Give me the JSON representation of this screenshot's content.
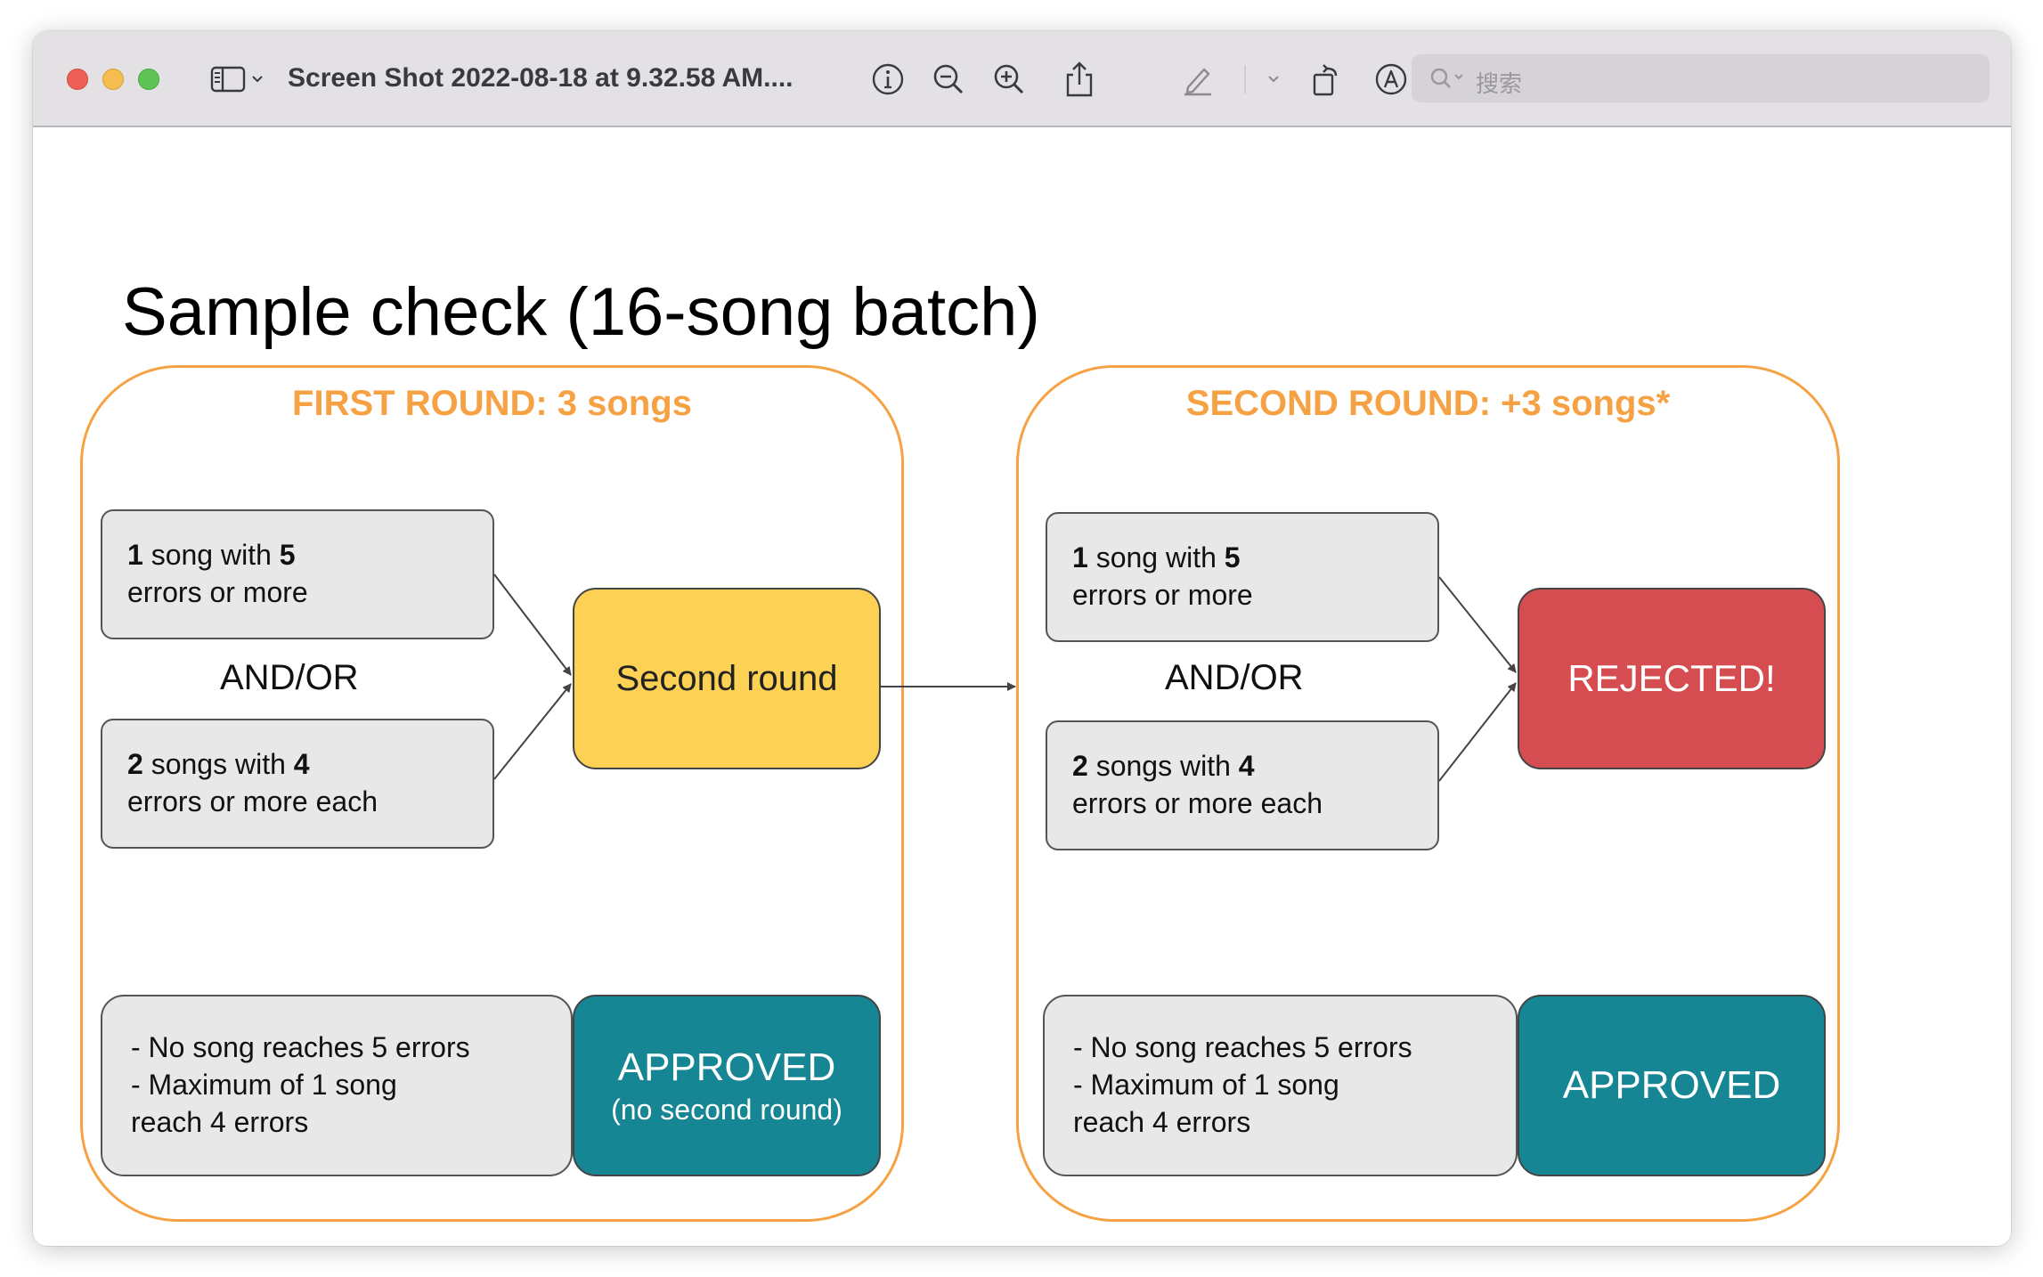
{
  "window": {
    "title": "Screen Shot 2022-08-18 at 9.32.58 AM....",
    "search_placeholder": "搜索",
    "toolbar_icons": [
      "sidebar-icon",
      "chevron-down-icon",
      "info-icon",
      "zoom-out-icon",
      "zoom-in-icon",
      "share-icon",
      "highlight-pen-icon",
      "chevron-down-icon",
      "rotate-icon",
      "markup-icon",
      "search-icon"
    ]
  },
  "slide": {
    "title": "Sample check (16-song batch)",
    "rounds": [
      {
        "title": "FIRST ROUND: 3 songs",
        "conditions": [
          {
            "count": "1",
            "mid": " song with ",
            "errors": "5",
            "rest": "errors or more"
          },
          {
            "count": "2",
            "mid": " songs with ",
            "errors": "4",
            "rest": "errors or more each"
          }
        ],
        "connector": "AND/OR",
        "outcome": "Second round",
        "approval_criteria": [
          "- No song reaches 5 errors",
          "- Maximum of 1 song",
          "reach 4 errors"
        ],
        "approved_label": "APPROVED",
        "approved_note": "(no second round)"
      },
      {
        "title": "SECOND ROUND: +3 songs*",
        "conditions": [
          {
            "count": "1",
            "mid": " song with ",
            "errors": "5",
            "rest": "errors or more"
          },
          {
            "count": "2",
            "mid": " songs with ",
            "errors": "4",
            "rest": "errors or more each"
          }
        ],
        "connector": "AND/OR",
        "outcome": "REJECTED!",
        "approval_criteria": [
          "- No song reaches 5 errors",
          "- Maximum of 1 song",
          "reach 4 errors"
        ],
        "approved_label": "APPROVED"
      }
    ]
  },
  "colors": {
    "round_border": "#f6a244",
    "second_round_box": "#fcd154",
    "rejected_box": "#d54d51",
    "approved_box": "#168594",
    "condition_box": "#e8e8e8"
  }
}
